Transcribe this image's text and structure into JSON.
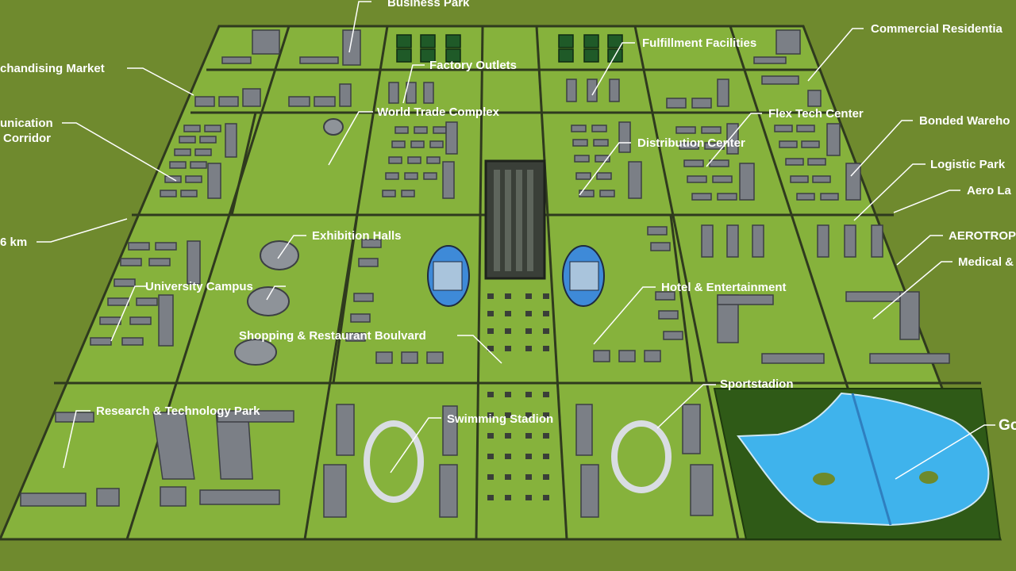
{
  "colors": {
    "ground": "#6f8a2e",
    "block": "#86b23c",
    "road": "#2f3a1e",
    "building": "#7b7f86",
    "water": "#3fb3ec",
    "stadium": "#3e8ad8",
    "golf": "#2f5a17",
    "label": "#ffffff"
  },
  "labels": {
    "business_park": "Business Park",
    "commercial_residential": "Commercial Residentia",
    "merchandising_market": "chandising Market",
    "fulfillment_facilities": "Fulfillment Facilities",
    "factory_outlets": "Factory Outlets",
    "communication_corridor_1": "unication",
    "communication_corridor_2": "Corridor",
    "world_trade_complex": "World Trade Complex",
    "flex_tech_center": "Flex Tech Center",
    "bonded_warehouse": "Bonded Wareho",
    "distribution_center": "Distribution Center",
    "logistic_park": "Logistic Park",
    "aero_lane": "Aero La",
    "distance_km": "6 km",
    "exhibition_halls": "Exhibition Halls",
    "aerotropolis": "AEROTROP",
    "medical": "Medical &",
    "university_campus": "University Campus",
    "hotel_entertainment": "Hotel & Entertainment",
    "shopping_boulevard": "Shopping & Restaurant Boulvard",
    "sportstadion": "Sportstadion",
    "research_technology_park": "Research & Technology Park",
    "swimming_stadion": "Swimming Stadion",
    "golf": "Go"
  }
}
